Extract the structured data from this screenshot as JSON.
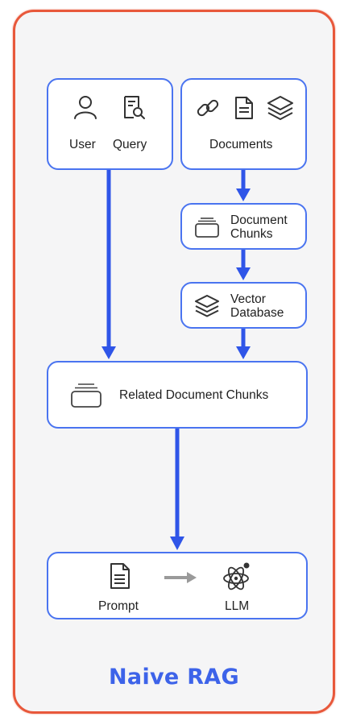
{
  "title": "Naive RAG",
  "user_query_box": {
    "user_label": "User",
    "query_label": "Query"
  },
  "documents_box": {
    "label": "Documents"
  },
  "document_chunks_box": {
    "line1": "Document",
    "line2": "Chunks"
  },
  "vector_db_box": {
    "line1": "Vector",
    "line2": "Database"
  },
  "related_chunks_box": {
    "label": "Related Document Chunks"
  },
  "prompt_llm_box": {
    "prompt_label": "Prompt",
    "llm_label": "LLM"
  },
  "colors": {
    "frame_border": "#e8583b",
    "box_border": "#4a74f0",
    "arrow": "#2f55e8",
    "title": "#3d63e9",
    "icon_stroke": "#333333",
    "gray_arrow": "#9a9a9a"
  }
}
